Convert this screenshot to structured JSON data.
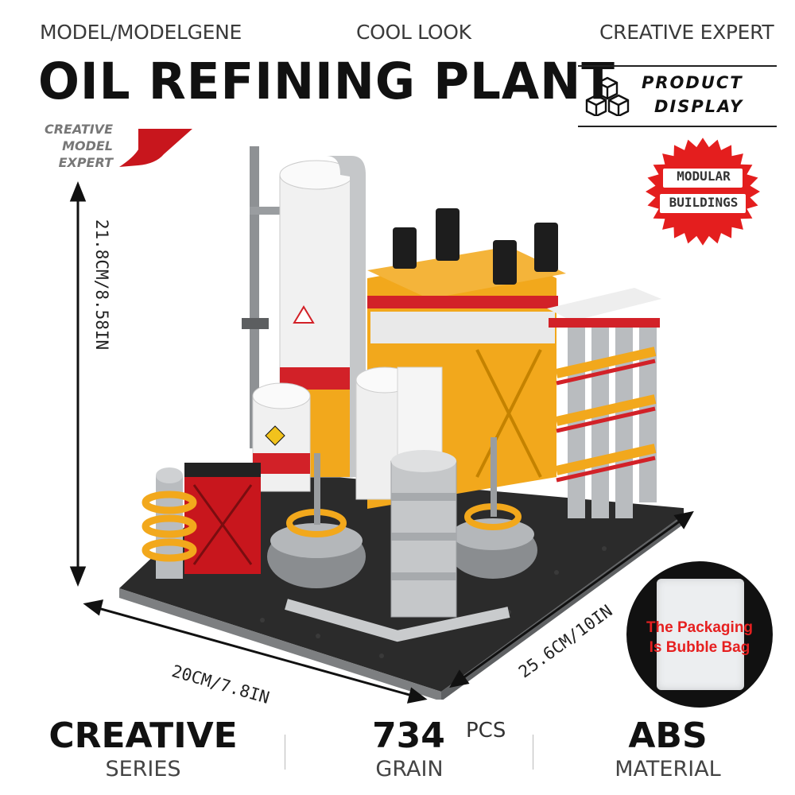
{
  "header": {
    "brand": "MODEL/MODELGENE",
    "tagline": "COOL LOOK",
    "role": "CREATIVE EXPERT",
    "title": "OIL REFINING PLANT"
  },
  "product_display": {
    "line1": "PRODUCT",
    "line2": "DISPLAY"
  },
  "creative_model_expert": {
    "line1": "CREATIVE",
    "line2": "MODEL",
    "line3": "EXPERT"
  },
  "badge": {
    "line1": "MODULAR",
    "line2": "BUILDINGS",
    "color": "#e41e1e"
  },
  "dimensions": {
    "height": "21.8CM/8.58IN",
    "width": "20CM/7.8IN",
    "depth": "25.6CM/10IN"
  },
  "packaging": {
    "line1": "The Packaging",
    "line2": "Is Bubble Bag"
  },
  "specs": {
    "series_value": "CREATIVE",
    "series_label": "SERIES",
    "count_value": "734",
    "count_unit": "PCS",
    "count_label": "GRAIN",
    "material_value": "ABS",
    "material_label": "MATERIAL"
  },
  "colors": {
    "accent_red": "#c8161d",
    "yellow": "#f2a81c",
    "steel": "#b9bcbf",
    "base": "#2b2b2b"
  }
}
